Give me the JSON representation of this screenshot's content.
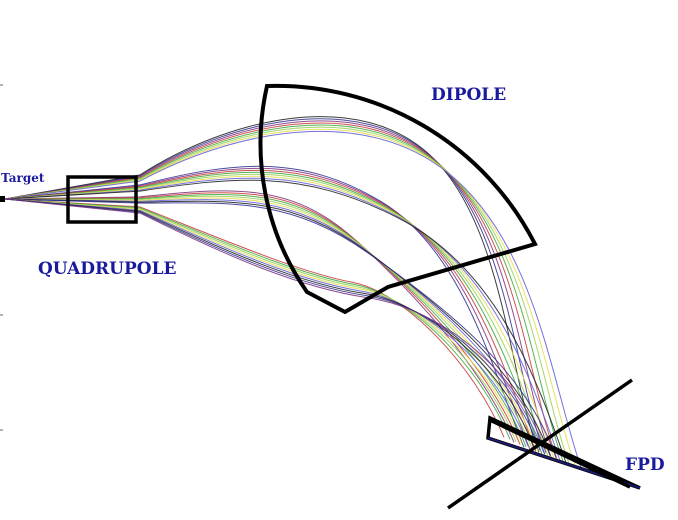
{
  "labels": {
    "target": "Target",
    "quadrupole": "QUADRUPOLE",
    "dipole": "DIPOLE",
    "fpd": "FPD"
  },
  "colors": {
    "label": "#1a1a9e",
    "outline": "#000000",
    "background": "#ffffff",
    "rays": [
      "#1a1a1a",
      "#2b2b8c",
      "#7a2e7a",
      "#c93333",
      "#3aa43a",
      "#8fd14f",
      "#e6d84a",
      "#5a5ad6"
    ]
  },
  "elements": [
    "target",
    "quadrupole",
    "dipole",
    "focal-plane-detector",
    "trajectories"
  ]
}
